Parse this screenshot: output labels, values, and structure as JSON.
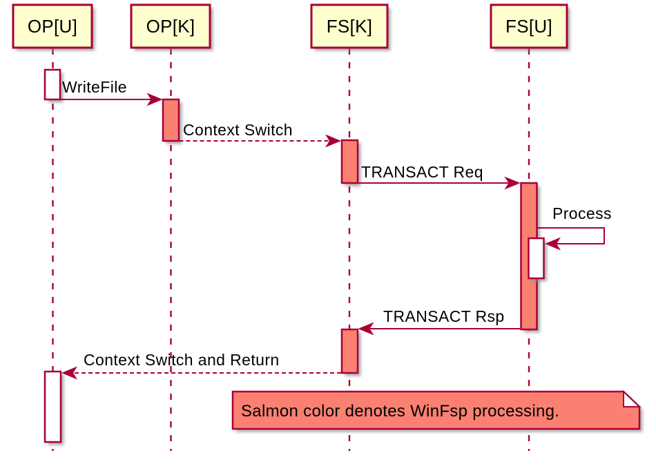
{
  "diagram": {
    "type": "sequence",
    "participants": [
      {
        "id": "op-u",
        "label": "OP[U]"
      },
      {
        "id": "op-k",
        "label": "OP[K]"
      },
      {
        "id": "fs-k",
        "label": "FS[K]"
      },
      {
        "id": "fs-u",
        "label": "FS[U]"
      }
    ],
    "messages": [
      {
        "label": "WriteFile",
        "from": "OP[U]",
        "to": "OP[K]",
        "style": "solid-arrow"
      },
      {
        "label": "Context Switch",
        "from": "OP[K]",
        "to": "FS[K]",
        "style": "dashed-arrow"
      },
      {
        "label": "TRANSACT Req",
        "from": "FS[K]",
        "to": "FS[U]",
        "style": "solid-arrow"
      },
      {
        "label": "Process",
        "from": "FS[U]",
        "to": "FS[U]",
        "style": "self-arrow"
      },
      {
        "label": "TRANSACT Rsp",
        "from": "FS[U]",
        "to": "FS[K]",
        "style": "solid-arrow"
      },
      {
        "label": "Context Switch and Return",
        "from": "FS[K]",
        "to": "OP[U]",
        "style": "dashed-arrow"
      }
    ],
    "note": {
      "text": "Salmon color denotes WinFsp processing."
    },
    "colors": {
      "participant_fill": "#FEFECE",
      "border_and_lines": "#A80036",
      "salmon_activation": "#FA8072",
      "plain_activation": "#FFFFFF",
      "note_fill": "#FA8072",
      "text": "#000000",
      "background": "#FFFFFF",
      "shadow": "#8A8A8A"
    }
  }
}
